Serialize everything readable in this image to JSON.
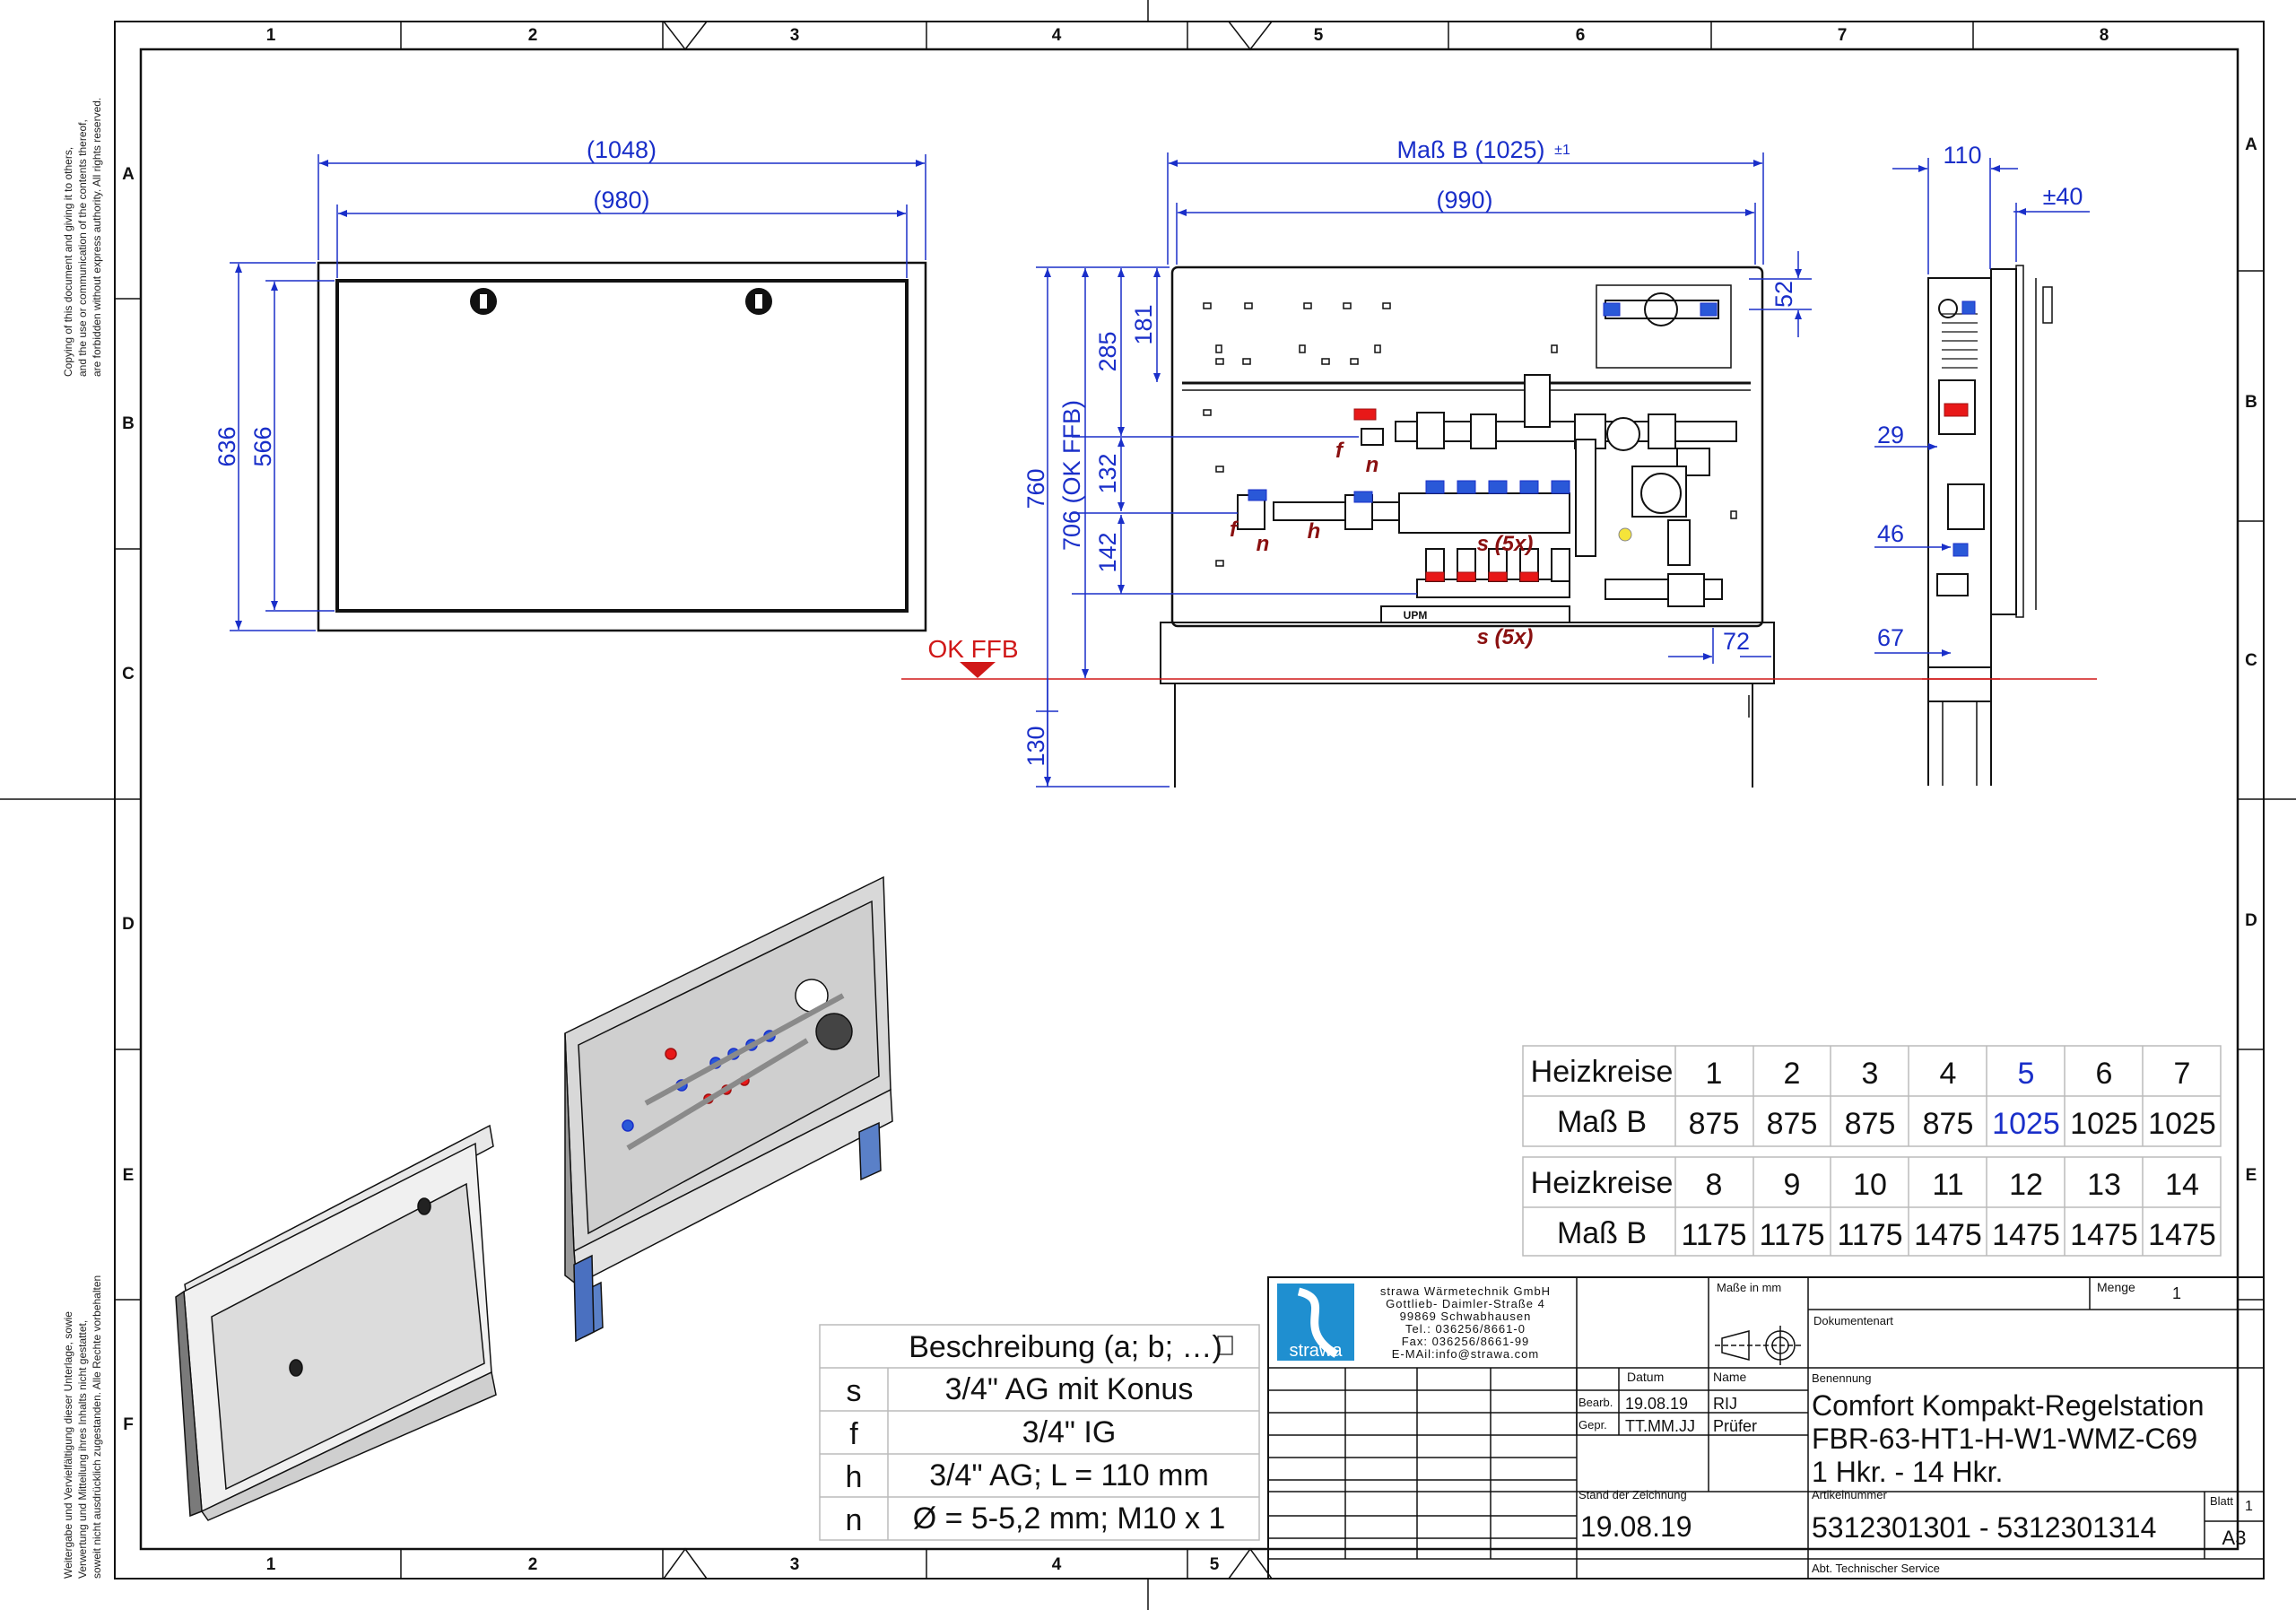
{
  "grid": {
    "cols": [
      "1",
      "2",
      "3",
      "4",
      "5",
      "6",
      "7",
      "8"
    ],
    "rows": [
      "A",
      "B",
      "C",
      "D",
      "E",
      "F"
    ],
    "bottom_cols": [
      "1",
      "2",
      "3",
      "4",
      "5"
    ]
  },
  "copyright_note": [
    "Copying of this document and giving it to others,",
    "and the use or communication of the contents thereof,",
    "are forbidden without express authority. All rights reserved."
  ],
  "copyright_note_de": [
    "Weitergabe und Vervielfältigung dieser Unterlage, sowie",
    "Verwertung und Mitteilung ihres Inhalts nicht gestattet,",
    "soweit nicht ausdrücklich zugestanden. Alle Rechte vorbehalten"
  ],
  "front_view": {
    "dim_outer_w": "(1048)",
    "dim_inner_w": "(980)",
    "dim_outer_h": "636",
    "dim_inner_h": "566"
  },
  "main_view": {
    "dim_mass_b": "Maß B (1025)",
    "dim_tol": "±1",
    "dim_inner_w": "(990)",
    "dim_760": "760",
    "dim_706": "706 (OK FFB)",
    "dim_285": "285",
    "dim_181": "181",
    "dim_132": "132",
    "dim_142": "142",
    "dim_52": "52",
    "dim_72": "72",
    "dim_130": "130",
    "label_ok_ffb": "OK FFB",
    "label_f1": "f",
    "label_n1": "n",
    "label_f2": "f",
    "label_n2": "n",
    "label_h": "h",
    "label_s5x_top": "s (5x)",
    "label_s5x_bottom": "s (5x)",
    "label_upm": "UPM"
  },
  "side_view": {
    "dim_110": "110",
    "dim_40": "±40",
    "dim_29": "29",
    "dim_46": "46",
    "dim_67": "67"
  },
  "heizkreise_table": {
    "row_label_hk": "Heizkreise",
    "row_label_mass": "Maß B",
    "group1_hk": [
      "1",
      "2",
      "3",
      "4",
      "5",
      "6",
      "7"
    ],
    "group1_mass": [
      "875",
      "875",
      "875",
      "875",
      "1025",
      "1025",
      "1025"
    ],
    "group2_hk": [
      "8",
      "9",
      "10",
      "11",
      "12",
      "13",
      "14"
    ],
    "group2_mass": [
      "1175",
      "1175",
      "1175",
      "1475",
      "1475",
      "1475",
      "1475"
    ],
    "highlight_color": "#1a2fc9"
  },
  "beschreibung_table": {
    "header": "Beschreibung (a; b; …)",
    "rows": [
      {
        "key": "s",
        "value": "3/4\" AG mit Konus"
      },
      {
        "key": "f",
        "value": "3/4\" IG"
      },
      {
        "key": "h",
        "value": "3/4\" AG; L = 110 mm"
      },
      {
        "key": "n",
        "value": "Ø = 5-5,2 mm; M10 x 1"
      }
    ]
  },
  "title_block": {
    "logo_text": "strawa",
    "company": [
      "strawa Wärmetechnik GmbH",
      "Gottlieb- Daimler-Straße 4",
      "99869 Schwabhausen",
      "Tel.: 036256/8661-0",
      "Fax: 036256/8661-99",
      "E-MAil:info@strawa.com"
    ],
    "masse_in_mm": "Maße in mm",
    "menge_label": "Menge",
    "menge_value": "1",
    "dokumentenart_label": "Dokumentenart",
    "datum_label": "Datum",
    "name_label": "Name",
    "bearb_label": "Bearb.",
    "bearb_date": "19.08.19",
    "bearb_name": "RIJ",
    "gepr_label": "Gepr.",
    "gepr_date": "TT.MM.JJ",
    "gepr_name": "Prüfer",
    "benennung_label": "Benennung",
    "benennung_line1": "Comfort Kompakt-Regelstation",
    "benennung_line2": "FBR-63-HT1-H-W1-WMZ-C69",
    "benennung_line3": "1 Hkr. - 14 Hkr.",
    "stand_label": "Stand der Zeichnung",
    "stand_value": "19.08.19",
    "artikel_label": "Artikelnummer",
    "artikel_value": "5312301301 - 5312301314",
    "blatt_label": "Blatt",
    "blatt_value": "1",
    "format_value": "A3",
    "abt_label": "Abt. Technischer Service"
  },
  "colors": {
    "dimension": "#1a2fc9",
    "label_red": "#d01818",
    "label_dark_red": "#8a1010",
    "logo_blue": "#1f8fd0",
    "floor_line": "#d01818"
  }
}
